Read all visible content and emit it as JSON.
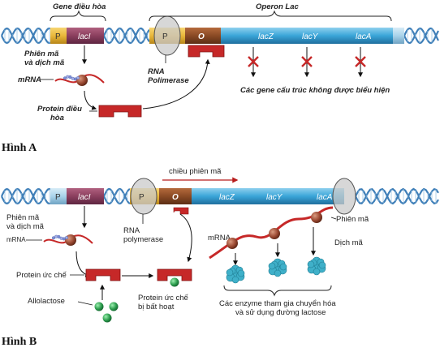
{
  "figure_a": {
    "caption": "Hình A",
    "regulatory_gene_label": "Gene điều hòa",
    "operon_label": "Operon Lac",
    "gene_p": "P",
    "gene_laci": "lacI",
    "promoter": "P",
    "operator": "O",
    "lacz": "lacZ",
    "lacy": "lacY",
    "laca": "lacA",
    "transcription_translation": [
      "Phiên mã",
      "và dịch mã"
    ],
    "mrna": "mRNA",
    "rna_polymerase": [
      "RNA",
      "Polimerase"
    ],
    "regulatory_protein": [
      "Protein điều",
      "hòa"
    ],
    "not_expressed": "Các gene cấu trúc không được biểu hiện"
  },
  "figure_b": {
    "caption": "Hình B",
    "transcription_direction": "chiều phiên mã",
    "gene_p": "P",
    "gene_laci": "lacI",
    "promoter": "P",
    "operator": "O",
    "lacz": "lacZ",
    "lacy": "lacY",
    "laca": "lacA",
    "transcription_translation": [
      "Phiên mã",
      "và dịch mã"
    ],
    "mrna": "mRNA",
    "rna_polymerase": [
      "RNA",
      "polymerase"
    ],
    "repressor": "Protein ức chế",
    "allolactose": "Allolactose",
    "inactivated": [
      "Protein ức chế",
      "bị bất hoạt"
    ],
    "mrna2": "mRNA",
    "transcription": "Phiên mã",
    "translation": "Dịch mã",
    "enzymes": [
      "Các enzyme tham gia chuyển hóa",
      "và sử dụng đường lactose"
    ]
  },
  "colors": {
    "promoter_yellow": "#e9b73a",
    "laci_purple": "#8b3f5e",
    "operator_brown": "#8a4a25",
    "structural_blue": "#3aa5d8",
    "dna_helix": "#3f7fb8",
    "repressor_red": "#c62828",
    "allolactose_green": "#2e9e4f",
    "enzyme_cyan": "#3fb0c9"
  }
}
